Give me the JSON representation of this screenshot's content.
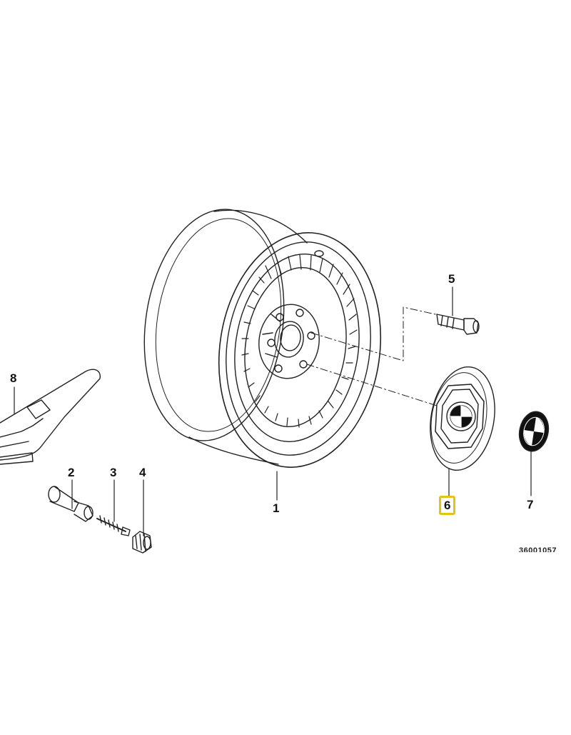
{
  "callouts": {
    "c1": "1",
    "c2": "2",
    "c3": "3",
    "c4": "4",
    "c5": "5",
    "c6": "6",
    "c7": "7",
    "c8": "8"
  },
  "highlight_color": "#e8c01a",
  "drawing_id": "36001057"
}
